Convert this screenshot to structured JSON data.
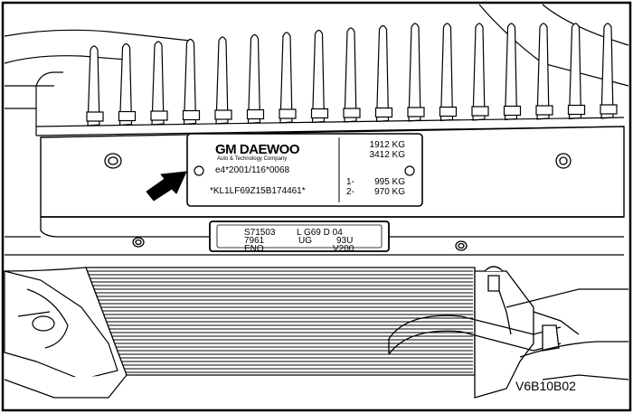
{
  "vin_plate": {
    "brand": "GM DAEWOO",
    "subtitle": "Auto & Technology Company",
    "approval_no": "e4*2001/116*0068",
    "vin": "*KL1LF69Z15B174461*",
    "weights": {
      "gross_vehicle": "1912 KG",
      "gross_combination": "3412 KG",
      "axle_1_label": "1-",
      "axle_1": "995 KG",
      "axle_2_label": "2-",
      "axle_2": "970 KG"
    }
  },
  "engine_plate": {
    "line1_left": "S71503",
    "line1_right": "L G69 D 04",
    "line2_a": "7961",
    "line2_b": "UG",
    "line2_c": "93U",
    "line3_left": "ENO",
    "line3_right": "V200"
  },
  "figure_id": "V6B10B02",
  "icons": {
    "pointer": "arrow-icon"
  }
}
